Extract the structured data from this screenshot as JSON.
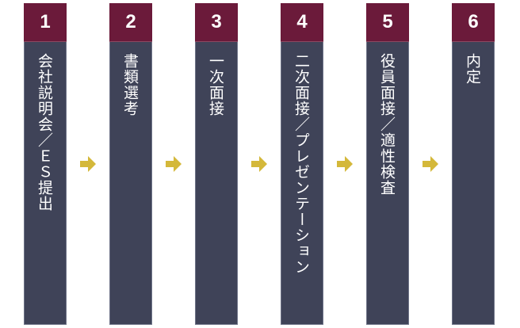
{
  "colors": {
    "header": "#6b1a3a",
    "body": "#3f4358",
    "arrow": "#d4b83a"
  },
  "steps": [
    {
      "number": "1",
      "label": "会社説明会／ＥＳ提出"
    },
    {
      "number": "2",
      "label": "書類選考"
    },
    {
      "number": "3",
      "label": "一次面接"
    },
    {
      "number": "4",
      "label": "二次面接／プレゼンテーション"
    },
    {
      "number": "5",
      "label": "役員面接／適性検査"
    },
    {
      "number": "6",
      "label": "内定"
    }
  ]
}
